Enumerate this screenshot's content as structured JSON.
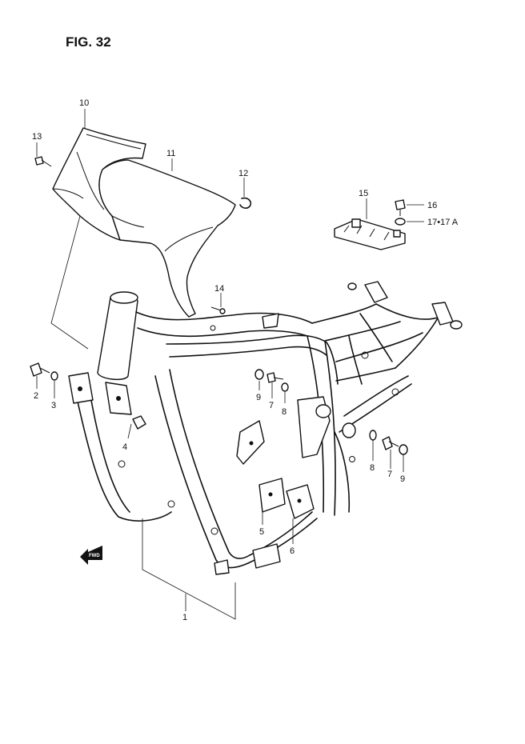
{
  "figure": {
    "title": "FIG. 32",
    "direction_badge": "FWD"
  },
  "parts": [
    {
      "id": "p1",
      "label": "1"
    },
    {
      "id": "p2",
      "label": "2"
    },
    {
      "id": "p3",
      "label": "3"
    },
    {
      "id": "p4",
      "label": "4"
    },
    {
      "id": "p5",
      "label": "5"
    },
    {
      "id": "p6",
      "label": "6"
    },
    {
      "id": "p7a",
      "label": "7"
    },
    {
      "id": "p7b",
      "label": "7"
    },
    {
      "id": "p8a",
      "label": "8"
    },
    {
      "id": "p8b",
      "label": "8"
    },
    {
      "id": "p9a",
      "label": "9"
    },
    {
      "id": "p9b",
      "label": "9"
    },
    {
      "id": "p10",
      "label": "10"
    },
    {
      "id": "p11",
      "label": "11"
    },
    {
      "id": "p12",
      "label": "12"
    },
    {
      "id": "p13",
      "label": "13"
    },
    {
      "id": "p14",
      "label": "14"
    },
    {
      "id": "p15",
      "label": "15"
    },
    {
      "id": "p16",
      "label": "16"
    },
    {
      "id": "p17",
      "label": "17•17 A"
    }
  ]
}
